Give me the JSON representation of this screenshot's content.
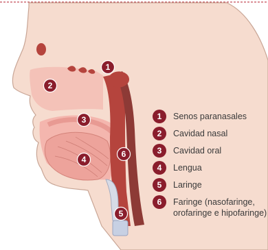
{
  "colors": {
    "badge": "#8a1d2c",
    "skin": "#f6dccf",
    "skin_outline": "#c8a595",
    "cavity": "#f4b6ae",
    "tissue": "#e89a93",
    "deep": "#b5443d",
    "spine": "#8d3a36",
    "frame": "#b41e2e"
  },
  "markers": [
    {
      "number": "1"
    },
    {
      "number": "2"
    },
    {
      "number": "3"
    },
    {
      "number": "4"
    },
    {
      "number": "5"
    },
    {
      "number": "6"
    }
  ],
  "legend": [
    {
      "number": "1",
      "label": "Senos paranasales",
      "label_line2": ""
    },
    {
      "number": "2",
      "label": "Cavidad nasal",
      "label_line2": ""
    },
    {
      "number": "3",
      "label": "Cavidad oral",
      "label_line2": ""
    },
    {
      "number": "4",
      "label": "Lengua",
      "label_line2": ""
    },
    {
      "number": "5",
      "label": "Laringe",
      "label_line2": ""
    },
    {
      "number": "6",
      "label": "Faringe (nasofaringe,",
      "label_line2": "orofaringe e hipofaringe)"
    }
  ]
}
